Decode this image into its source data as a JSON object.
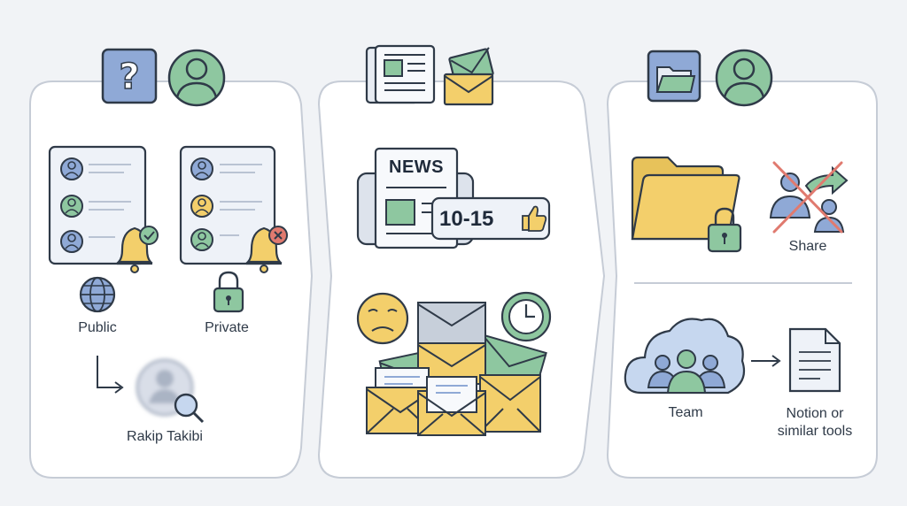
{
  "panel_1": {
    "labels": {
      "public": "Public",
      "private": "Private",
      "rival_tracking": "Rakip Takibi"
    },
    "icons": [
      "question-icon",
      "user-avatar-icon",
      "contact-list-icon",
      "bell-check-icon",
      "bell-blocked-icon",
      "globe-icon",
      "padlock-icon",
      "arrow-down-right-icon",
      "blurred-user-search-icon"
    ]
  },
  "panel_2": {
    "news_headline": "NEWS",
    "badge_text": "10-15",
    "icons": [
      "newspaper-icon",
      "envelope-icon",
      "thumbs-up-icon",
      "sad-face-icon",
      "clock-icon",
      "email-pile-icon"
    ]
  },
  "panel_3": {
    "labels": {
      "share": "Share",
      "team": "Team",
      "tools_line1": "Notion or",
      "tools_line2": "similar tools"
    },
    "icons": [
      "folder-icon",
      "user-avatar-icon",
      "locked-folder-icon",
      "no-share-icon",
      "team-cloud-icon",
      "right-arrow-icon",
      "document-icon"
    ]
  },
  "colors": {
    "background": "#f1f3f6",
    "panel_fill": "#ffffff",
    "outline": "#2f3a48",
    "blue": "#8fa9d6",
    "green": "#8ec7a0",
    "yellow": "#f3cf6b",
    "red": "#e07a6f"
  }
}
